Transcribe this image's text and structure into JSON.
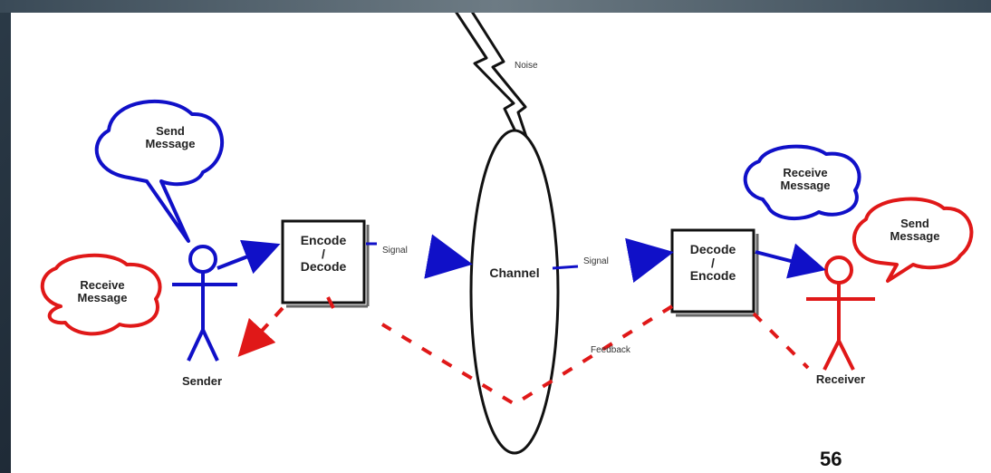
{
  "diagram": {
    "noise_label": "Noise",
    "channel_label": "Channel",
    "feedback_label": "Feedback",
    "sender": {
      "name": "Sender",
      "bubble_send": [
        "Send",
        "Message"
      ],
      "bubble_receive": [
        "Receive",
        "Message"
      ],
      "box": [
        "Encode",
        "/",
        "Decode"
      ],
      "signal_label": "Signal"
    },
    "receiver": {
      "name": "Receiver",
      "bubble_receive": [
        "Receive",
        "Message"
      ],
      "bubble_send": [
        "Send",
        "Message"
      ],
      "box": [
        "Decode",
        "/",
        "Encode"
      ],
      "signal_label": "Signal"
    },
    "colors": {
      "sender": "#1010c8",
      "receiver": "#e01818",
      "ink": "#111111"
    }
  },
  "slide_number": "56"
}
